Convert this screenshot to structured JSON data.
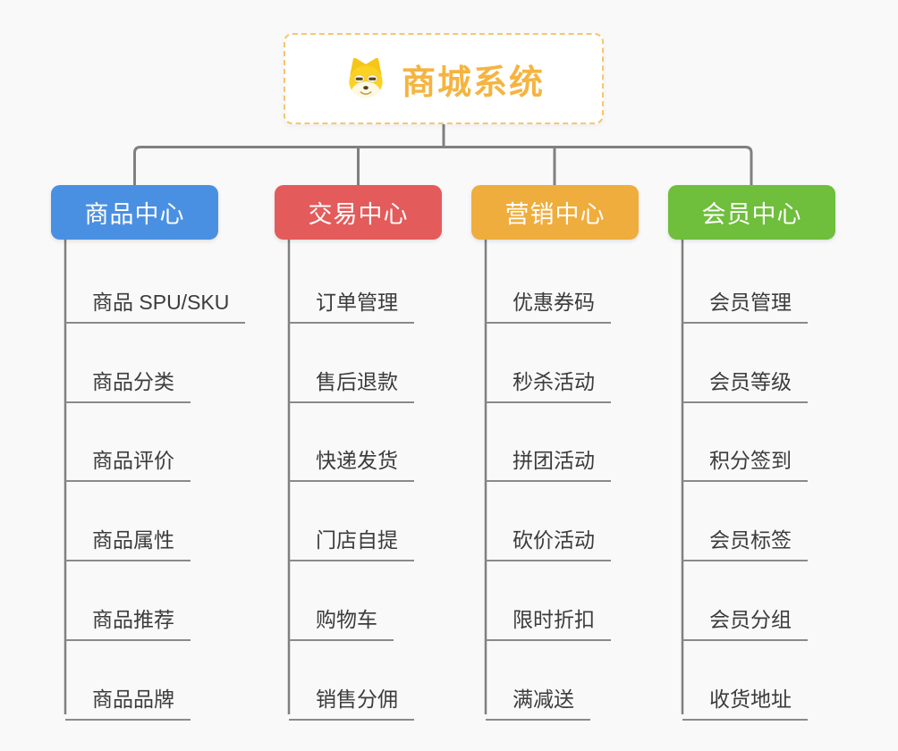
{
  "root": {
    "title": "商城系统",
    "icon": "doge-icon"
  },
  "branches": [
    {
      "label": "商品中心",
      "color": "#4A90E2",
      "items": [
        "商品 SPU/SKU",
        "商品分类",
        "商品评价",
        "商品属性",
        "商品推荐",
        "商品品牌"
      ]
    },
    {
      "label": "交易中心",
      "color": "#E45B5B",
      "items": [
        "订单管理",
        "售后退款",
        "快递发货",
        "门店自提",
        "购物车",
        "销售分佣"
      ]
    },
    {
      "label": "营销中心",
      "color": "#EFAD3D",
      "items": [
        "优惠券码",
        "秒杀活动",
        "拼团活动",
        "砍价活动",
        "限时折扣",
        "满减送"
      ]
    },
    {
      "label": "会员中心",
      "color": "#6FBE3C",
      "items": [
        "会员管理",
        "会员等级",
        "积分签到",
        "会员标签",
        "会员分组",
        "收货地址"
      ]
    }
  ],
  "style": {
    "background": "#F9F9F9",
    "connector_color": "#808080",
    "item_underline_color": "#8A8A8A",
    "item_text_color": "#3C3C3C",
    "header_text_color": "#FFFFFF",
    "root_accent": "#F5B441",
    "root_border": "#F7C571",
    "doge_yellow": "#FBD223"
  }
}
